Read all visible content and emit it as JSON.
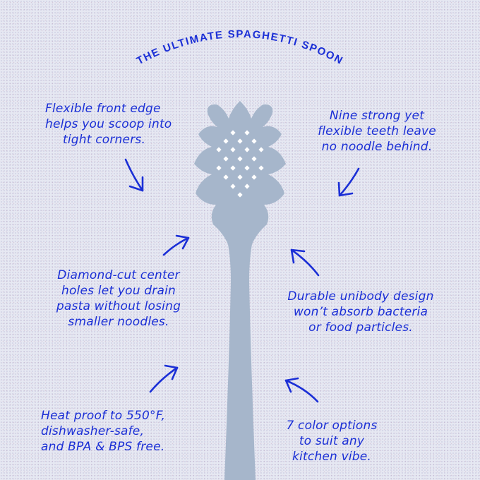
{
  "title": "THE ULTIMATE SPAGHETTI SPOON",
  "colors": {
    "text": "#1b2fd6",
    "spoon": "#a6b6cb",
    "spoon_hole": "#ffffff",
    "background": "#e6e8f2"
  },
  "callouts": [
    {
      "id": "front-edge",
      "lines": [
        "Flexible front edge",
        "helps you scoop into",
        "tight corners."
      ]
    },
    {
      "id": "teeth",
      "lines": [
        "Nine strong yet",
        "flexible teeth leave",
        "no noodle behind."
      ]
    },
    {
      "id": "diamond-holes",
      "lines": [
        "Diamond-cut center",
        "holes let you drain",
        "pasta without losing",
        "smaller noodles."
      ]
    },
    {
      "id": "unibody",
      "lines": [
        "Durable unibody design",
        "won’t absorb bacteria",
        "or food particles."
      ]
    },
    {
      "id": "heat-proof",
      "lines": [
        "Heat proof to 550°F,",
        "dishwasher-safe,",
        "and BPA & BPS free."
      ]
    },
    {
      "id": "color-options",
      "lines": [
        "7 color options",
        "to suit any",
        "kitchen vibe."
      ]
    }
  ]
}
